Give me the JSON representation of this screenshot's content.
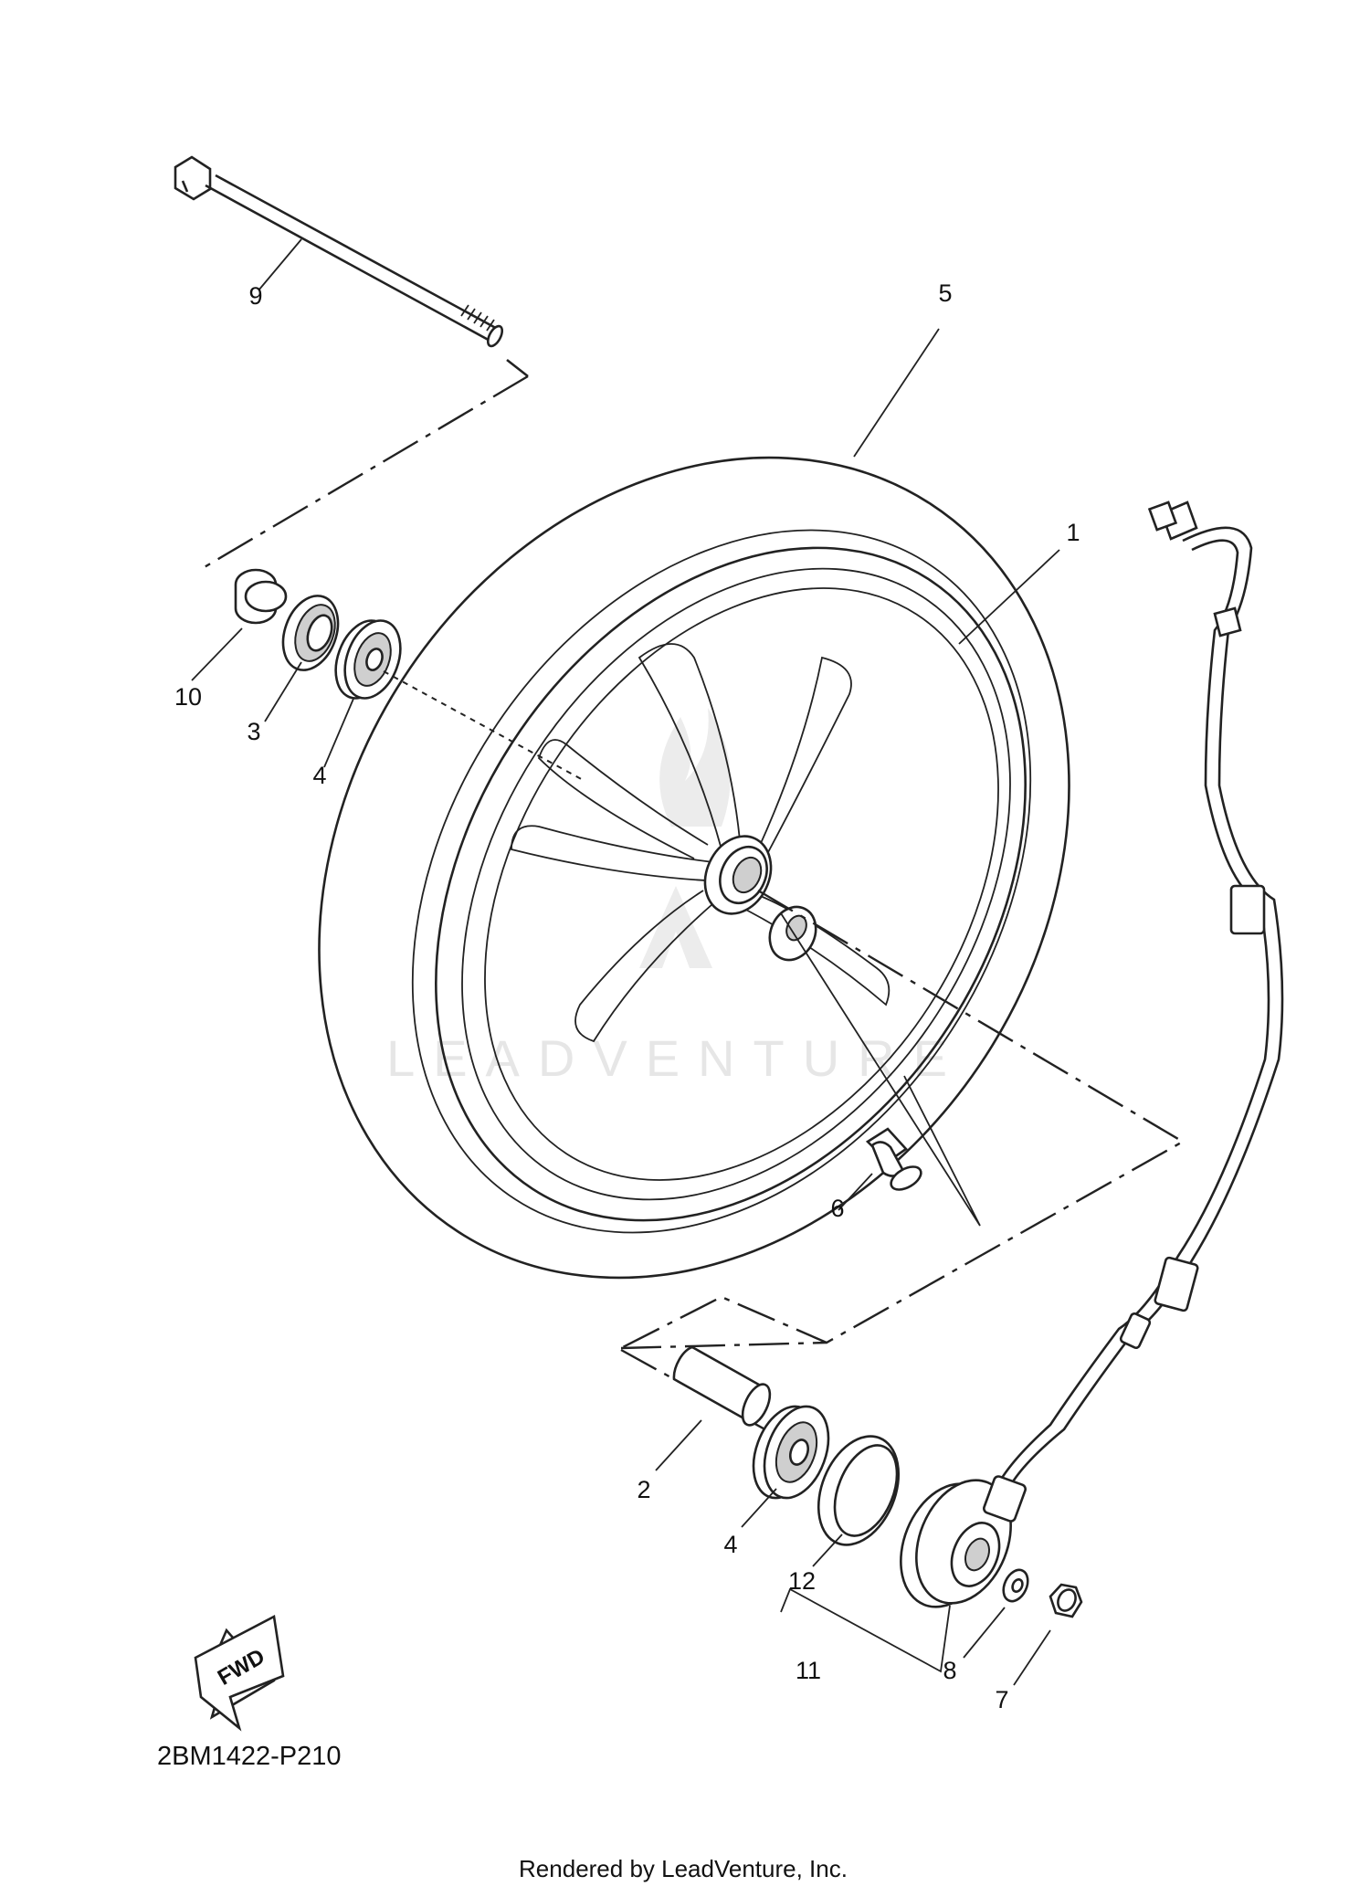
{
  "diagram": {
    "code": "2BM1422-P210",
    "footer": "Rendered by LeadVenture, Inc.",
    "watermark": "LEADVENTURE",
    "direction_badge": "FWD",
    "callouts": {
      "c1": "1",
      "c2": "2",
      "c3": "3",
      "c4a": "4",
      "c4b": "4",
      "c5": "5",
      "c6": "6",
      "c7": "7",
      "c8": "8",
      "c9": "9",
      "c10": "10",
      "c11": "11",
      "c12": "12"
    }
  },
  "colors": {
    "line": "#222222",
    "background": "#ffffff",
    "watermark": "#e3e3e3"
  }
}
